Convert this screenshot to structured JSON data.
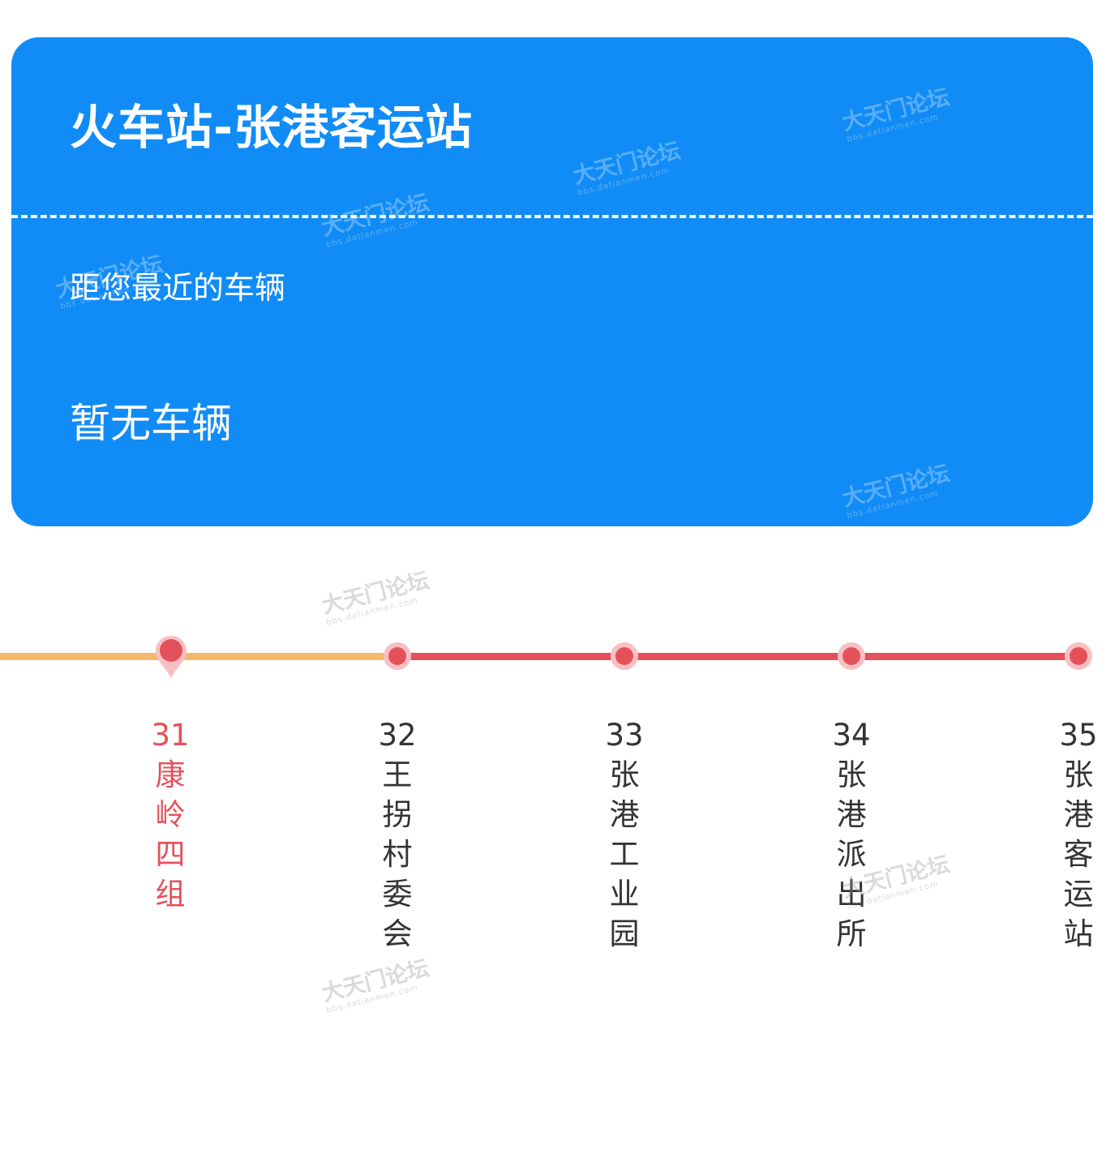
{
  "route": {
    "title": "火车站-张港客运站",
    "nearest_label": "距您最近的车辆",
    "status": "暂无车辆"
  },
  "watermark": {
    "text": "大天门论坛",
    "sub": "bbs.datianmen.com"
  },
  "stops": [
    {
      "number": "31",
      "name": "康岭四组",
      "current": true
    },
    {
      "number": "32",
      "name": "王拐村委会",
      "current": false
    },
    {
      "number": "33",
      "name": "张港工业园",
      "current": false
    },
    {
      "number": "34",
      "name": "张港派出所",
      "current": false
    },
    {
      "number": "35",
      "name": "张港客运站",
      "current": false
    }
  ],
  "colors": {
    "card": "#118cf6",
    "passed_line": "#f4b86c",
    "route_line": "#e5515a",
    "current_stop": "#e5515a",
    "stop_text": "#333333"
  }
}
